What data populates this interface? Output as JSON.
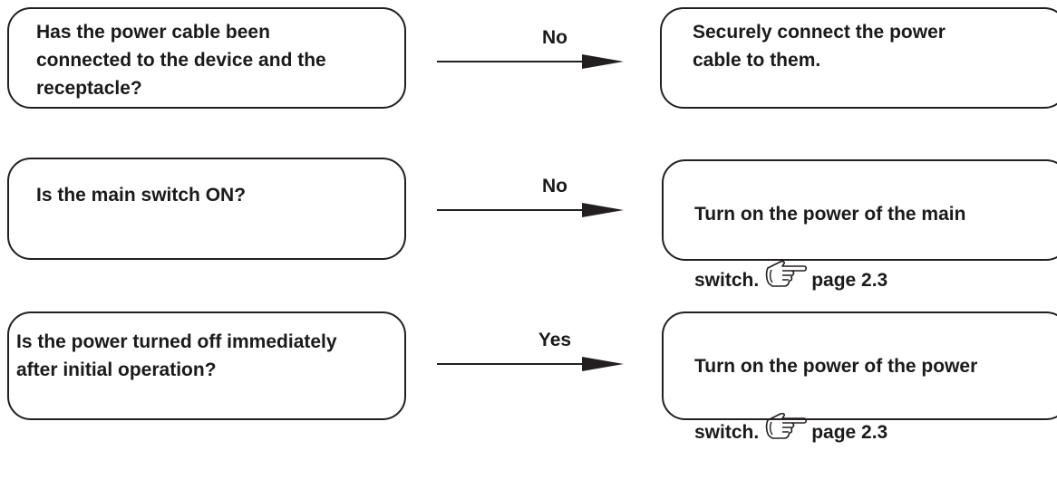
{
  "rows": [
    {
      "question": "Has the power cable been\nconnected to the device and the\nreceptacle?",
      "answer": "No",
      "action": "Securely connect the power\ncable to them."
    },
    {
      "question": "Is the main switch ON?",
      "answer": "No",
      "action": "Turn on the power of the main",
      "action_line2": "switch.",
      "action_ref": "page 2.3",
      "action_icon": "pointing-hand-icon"
    },
    {
      "question": "Is the power turned off immediately\nafter initial operation?",
      "answer": "Yes",
      "action": "Turn on the power of the power",
      "action_line2": "switch.",
      "action_ref": "page 2.3",
      "action_icon": "pointing-hand-icon"
    }
  ],
  "colors": {
    "stroke": "#231f20",
    "text": "#1a1a1a",
    "background": "#ffffff"
  }
}
